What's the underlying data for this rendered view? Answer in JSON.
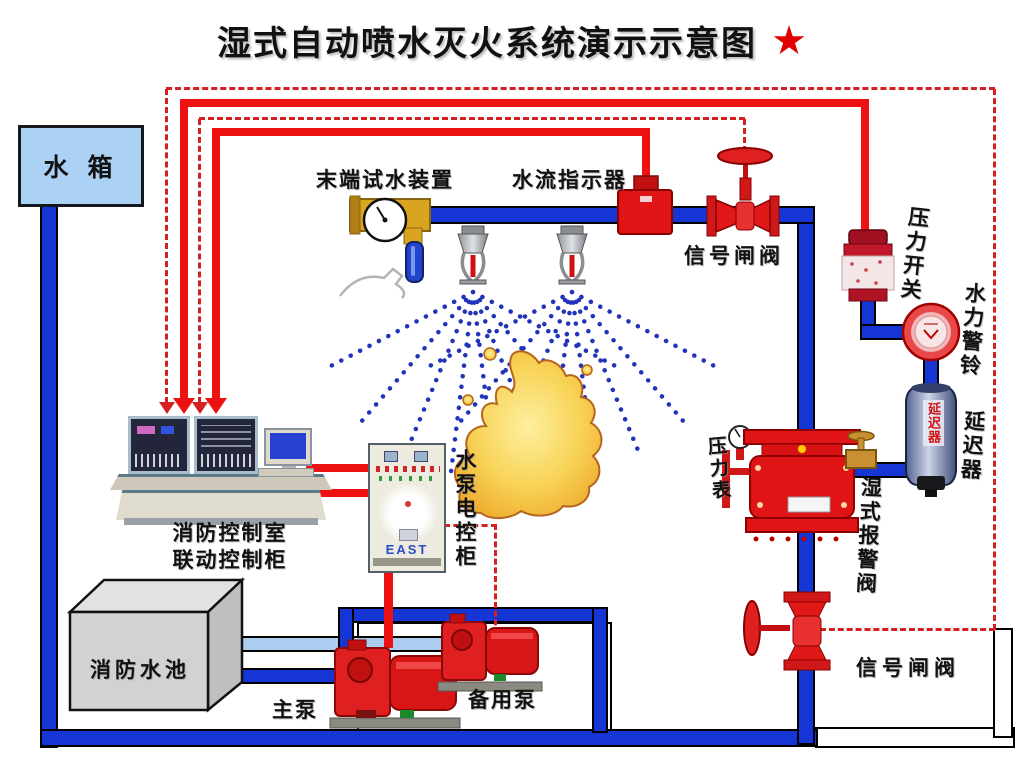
{
  "title": {
    "text": "湿式自动喷水灭火系统演示示意图",
    "star": "★"
  },
  "components": {
    "water_tank": {
      "label": "水 箱"
    },
    "end_test_device": {
      "label": "末端试水装置"
    },
    "water_flow_indicator": {
      "label": "水流指示器"
    },
    "signal_gate_valve_top": {
      "label": "信号闸阀"
    },
    "pressure_switch": {
      "label": "压力开关"
    },
    "water_alarm_bell": {
      "label": "水力警铃"
    },
    "delay_device": {
      "label": "延迟器",
      "on_device_label": "延迟器"
    },
    "pressure_gauge": {
      "label": "压力表"
    },
    "wet_alarm_valve": {
      "label": "湿式报警阀"
    },
    "signal_gate_valve_bottom": {
      "label": "信号闸阀"
    },
    "control_console": {
      "label_line1": "消防控制室",
      "label_line2": "联动控制柜"
    },
    "pump_control_cabinet": {
      "label": "水泵电控柜",
      "brand": "EAST"
    },
    "fire_pool": {
      "label": "消防水池"
    },
    "main_pump": {
      "label": "主泵"
    },
    "backup_pump": {
      "label": "备用泵"
    }
  },
  "colors": {
    "pipe_blue": "#1535d4",
    "pipe_light_blue": "#aacdf0",
    "signal_solid_red": "#ee1111",
    "signal_dashed_red": "#d42020",
    "device_red": "#e01414",
    "flame_yellow": "#f6cf4e",
    "tank_fill": "#abd2f4",
    "pool_gray": "#d2d2d2",
    "spray_blue": "#2233bb",
    "title_star_red": "#e00000"
  }
}
